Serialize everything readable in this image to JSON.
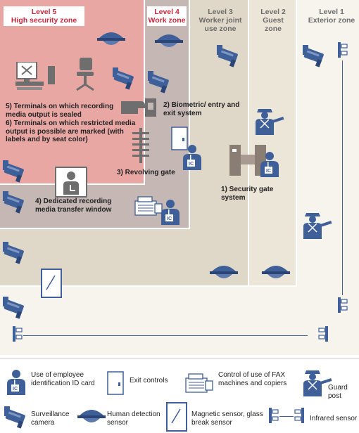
{
  "zones": {
    "level5": {
      "label": "Level 5",
      "sub": "High security zone"
    },
    "level4": {
      "label": "Level 4",
      "sub": "Work zone"
    },
    "level3": {
      "label": "Level 3",
      "sub": "Worker joint use zone"
    },
    "level2": {
      "label": "Level 2",
      "sub": "Guest zone"
    },
    "level1": {
      "label": "Level 1",
      "sub": "Exterior zone"
    }
  },
  "notes": {
    "n5": "5) Terminals on which recording media output is sealed",
    "n6": "6) Terminals on which restricted media output is possible are marked (with labels and by seat color)",
    "n2": "2) Biometric/ entry and exit system",
    "n3": "3) Revolving gate",
    "n4": "4) Dedicated recording media transfer window",
    "n1": "1) Security gate system"
  },
  "legend": {
    "id_card": "Use of employee identification ID card",
    "exit": "Exit controls",
    "fax": "Control of use of FAX machines and copiers",
    "guard": "Guard post",
    "camera": "Surveillance camera",
    "human": "Human detection sensor",
    "magnetic": "Magnetic sensor, glass break sensor",
    "infrared": "Infrared sensor"
  },
  "id_tag": "IC",
  "colors": {
    "level5": "#e9a7a4",
    "level4": "#c4b7b4",
    "level3": "#dfd7c7",
    "level2": "#ece6d8",
    "level1": "#f7f4ee",
    "icon": "#3f5f99",
    "accent_red": "#c8283c"
  }
}
